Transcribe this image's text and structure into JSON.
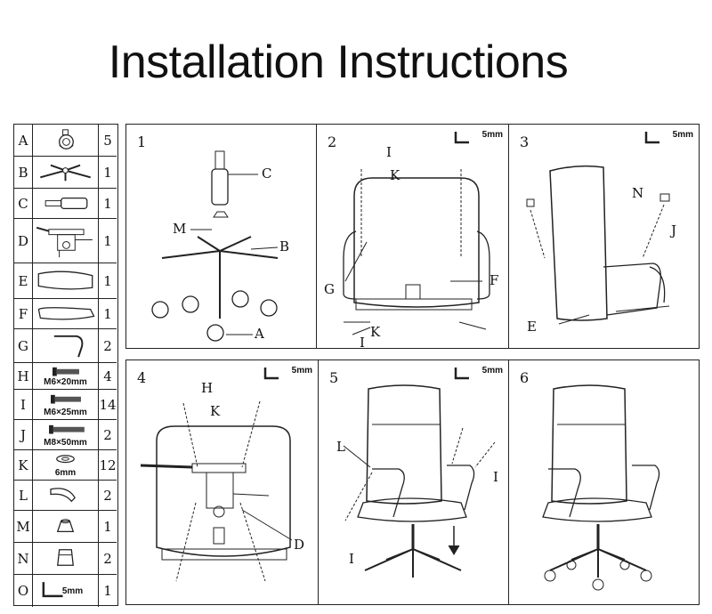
{
  "title": "Installation Instructions",
  "parts": [
    {
      "letter": "A",
      "qty": "5",
      "label": "",
      "icon": "caster-icon"
    },
    {
      "letter": "B",
      "qty": "1",
      "label": "",
      "icon": "chair-base-icon"
    },
    {
      "letter": "C",
      "qty": "1",
      "label": "",
      "icon": "gas-cylinder-icon"
    },
    {
      "letter": "D",
      "qty": "1",
      "label": "",
      "icon": "tilt-mechanism-icon"
    },
    {
      "letter": "E",
      "qty": "1",
      "label": "",
      "icon": "backrest-icon"
    },
    {
      "letter": "F",
      "qty": "1",
      "label": "",
      "icon": "seat-cushion-icon"
    },
    {
      "letter": "G",
      "qty": "2",
      "label": "",
      "icon": "armrest-icon"
    },
    {
      "letter": "H",
      "qty": "4",
      "label": "M6×20mm",
      "icon": "bolt-icon"
    },
    {
      "letter": "I",
      "qty": "14",
      "label": "M6×25mm",
      "icon": "bolt-icon"
    },
    {
      "letter": "J",
      "qty": "2",
      "label": "M8×50mm",
      "icon": "bolt-icon"
    },
    {
      "letter": "K",
      "qty": "12",
      "label": "6mm",
      "icon": "washer-icon"
    },
    {
      "letter": "L",
      "qty": "2",
      "label": "",
      "icon": "arm-cover-icon"
    },
    {
      "letter": "M",
      "qty": "1",
      "label": "",
      "icon": "cylinder-cover-icon"
    },
    {
      "letter": "N",
      "qty": "2",
      "label": "",
      "icon": "cap-icon"
    },
    {
      "letter": "O",
      "qty": "1",
      "label": "5mm",
      "icon": "allen-key-icon"
    }
  ],
  "steps": [
    {
      "number": "1",
      "tool": "",
      "labels": [
        "C",
        "M",
        "B",
        "A"
      ]
    },
    {
      "number": "2",
      "tool": "5mm",
      "labels": [
        "I",
        "K",
        "G",
        "F",
        "K",
        "I"
      ]
    },
    {
      "number": "3",
      "tool": "5mm",
      "labels": [
        "N",
        "J",
        "E"
      ]
    },
    {
      "number": "4",
      "tool": "5mm",
      "labels": [
        "H",
        "K",
        "D"
      ]
    },
    {
      "number": "5",
      "tool": "5mm",
      "labels": [
        "L",
        "I",
        "I"
      ]
    },
    {
      "number": "6",
      "tool": "",
      "labels": []
    }
  ]
}
